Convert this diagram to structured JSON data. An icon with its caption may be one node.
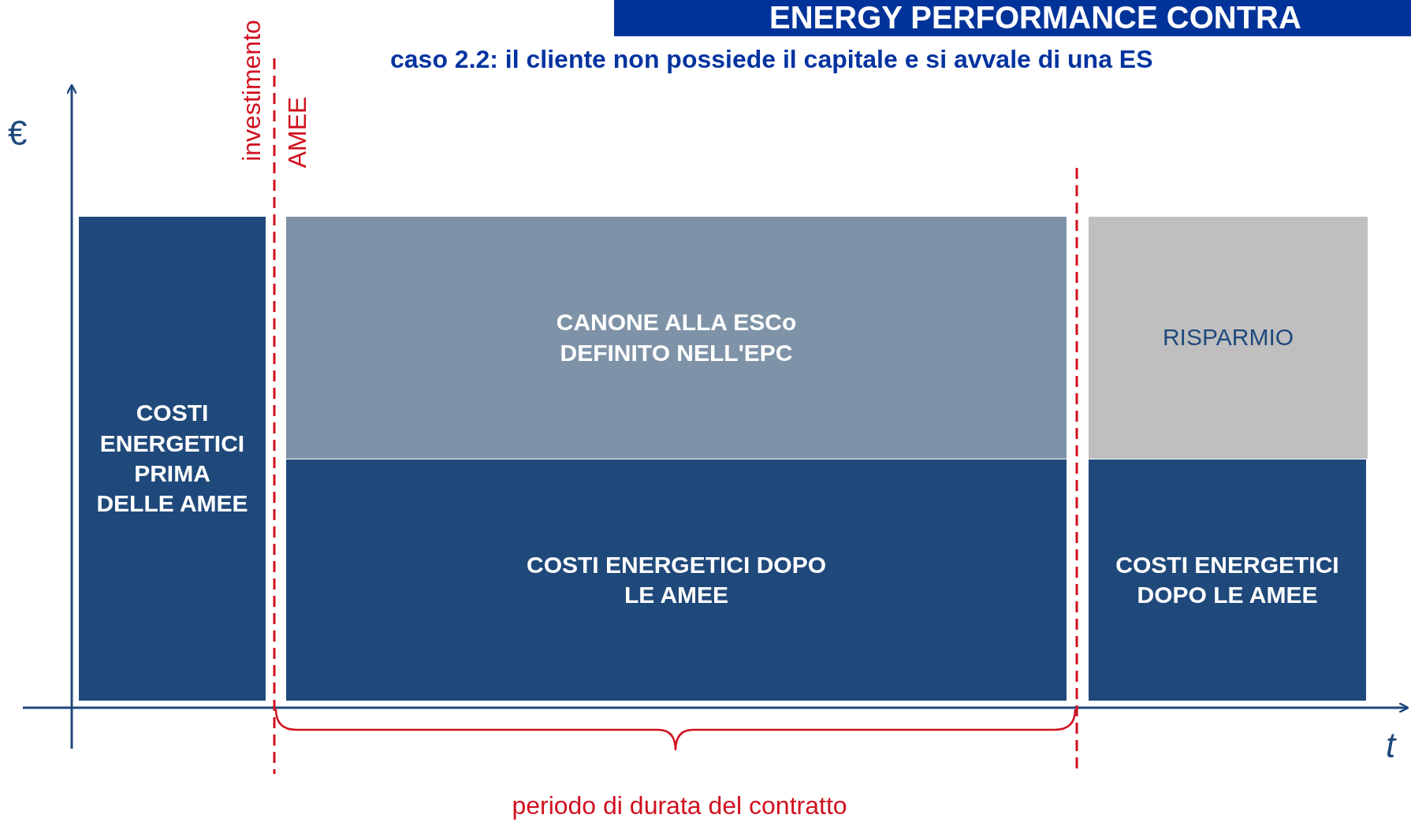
{
  "diagram": {
    "title": "ENERGY PERFORMANCE CONTRA",
    "nodes": [
      {
        "text": [
          "COSTI ENERGETICI PRIMA DELLE AMEE"
        ]
      },
      {
        "text": [
          "CANONE ALLA ESCo DEFINITO NELL'EPC"
        ]
      },
      {
        "text": [
          "COSTI ENERGETICI DOPO LE AMEE"
        ]
      },
      {
        "text": [
          "RISPARMIO"
        ]
      },
      {
        "text": [
          "COSTI ENERGETICI DOPO LE AMEE"
        ]
      }
    ],
    "labels": [
      "caso 2.2: il cliente non possiede il capitale e si avvale di una ES",
      "€",
      "investimento",
      "AMEE",
      "t",
      "periodo di durata del contratto"
    ]
  }
}
